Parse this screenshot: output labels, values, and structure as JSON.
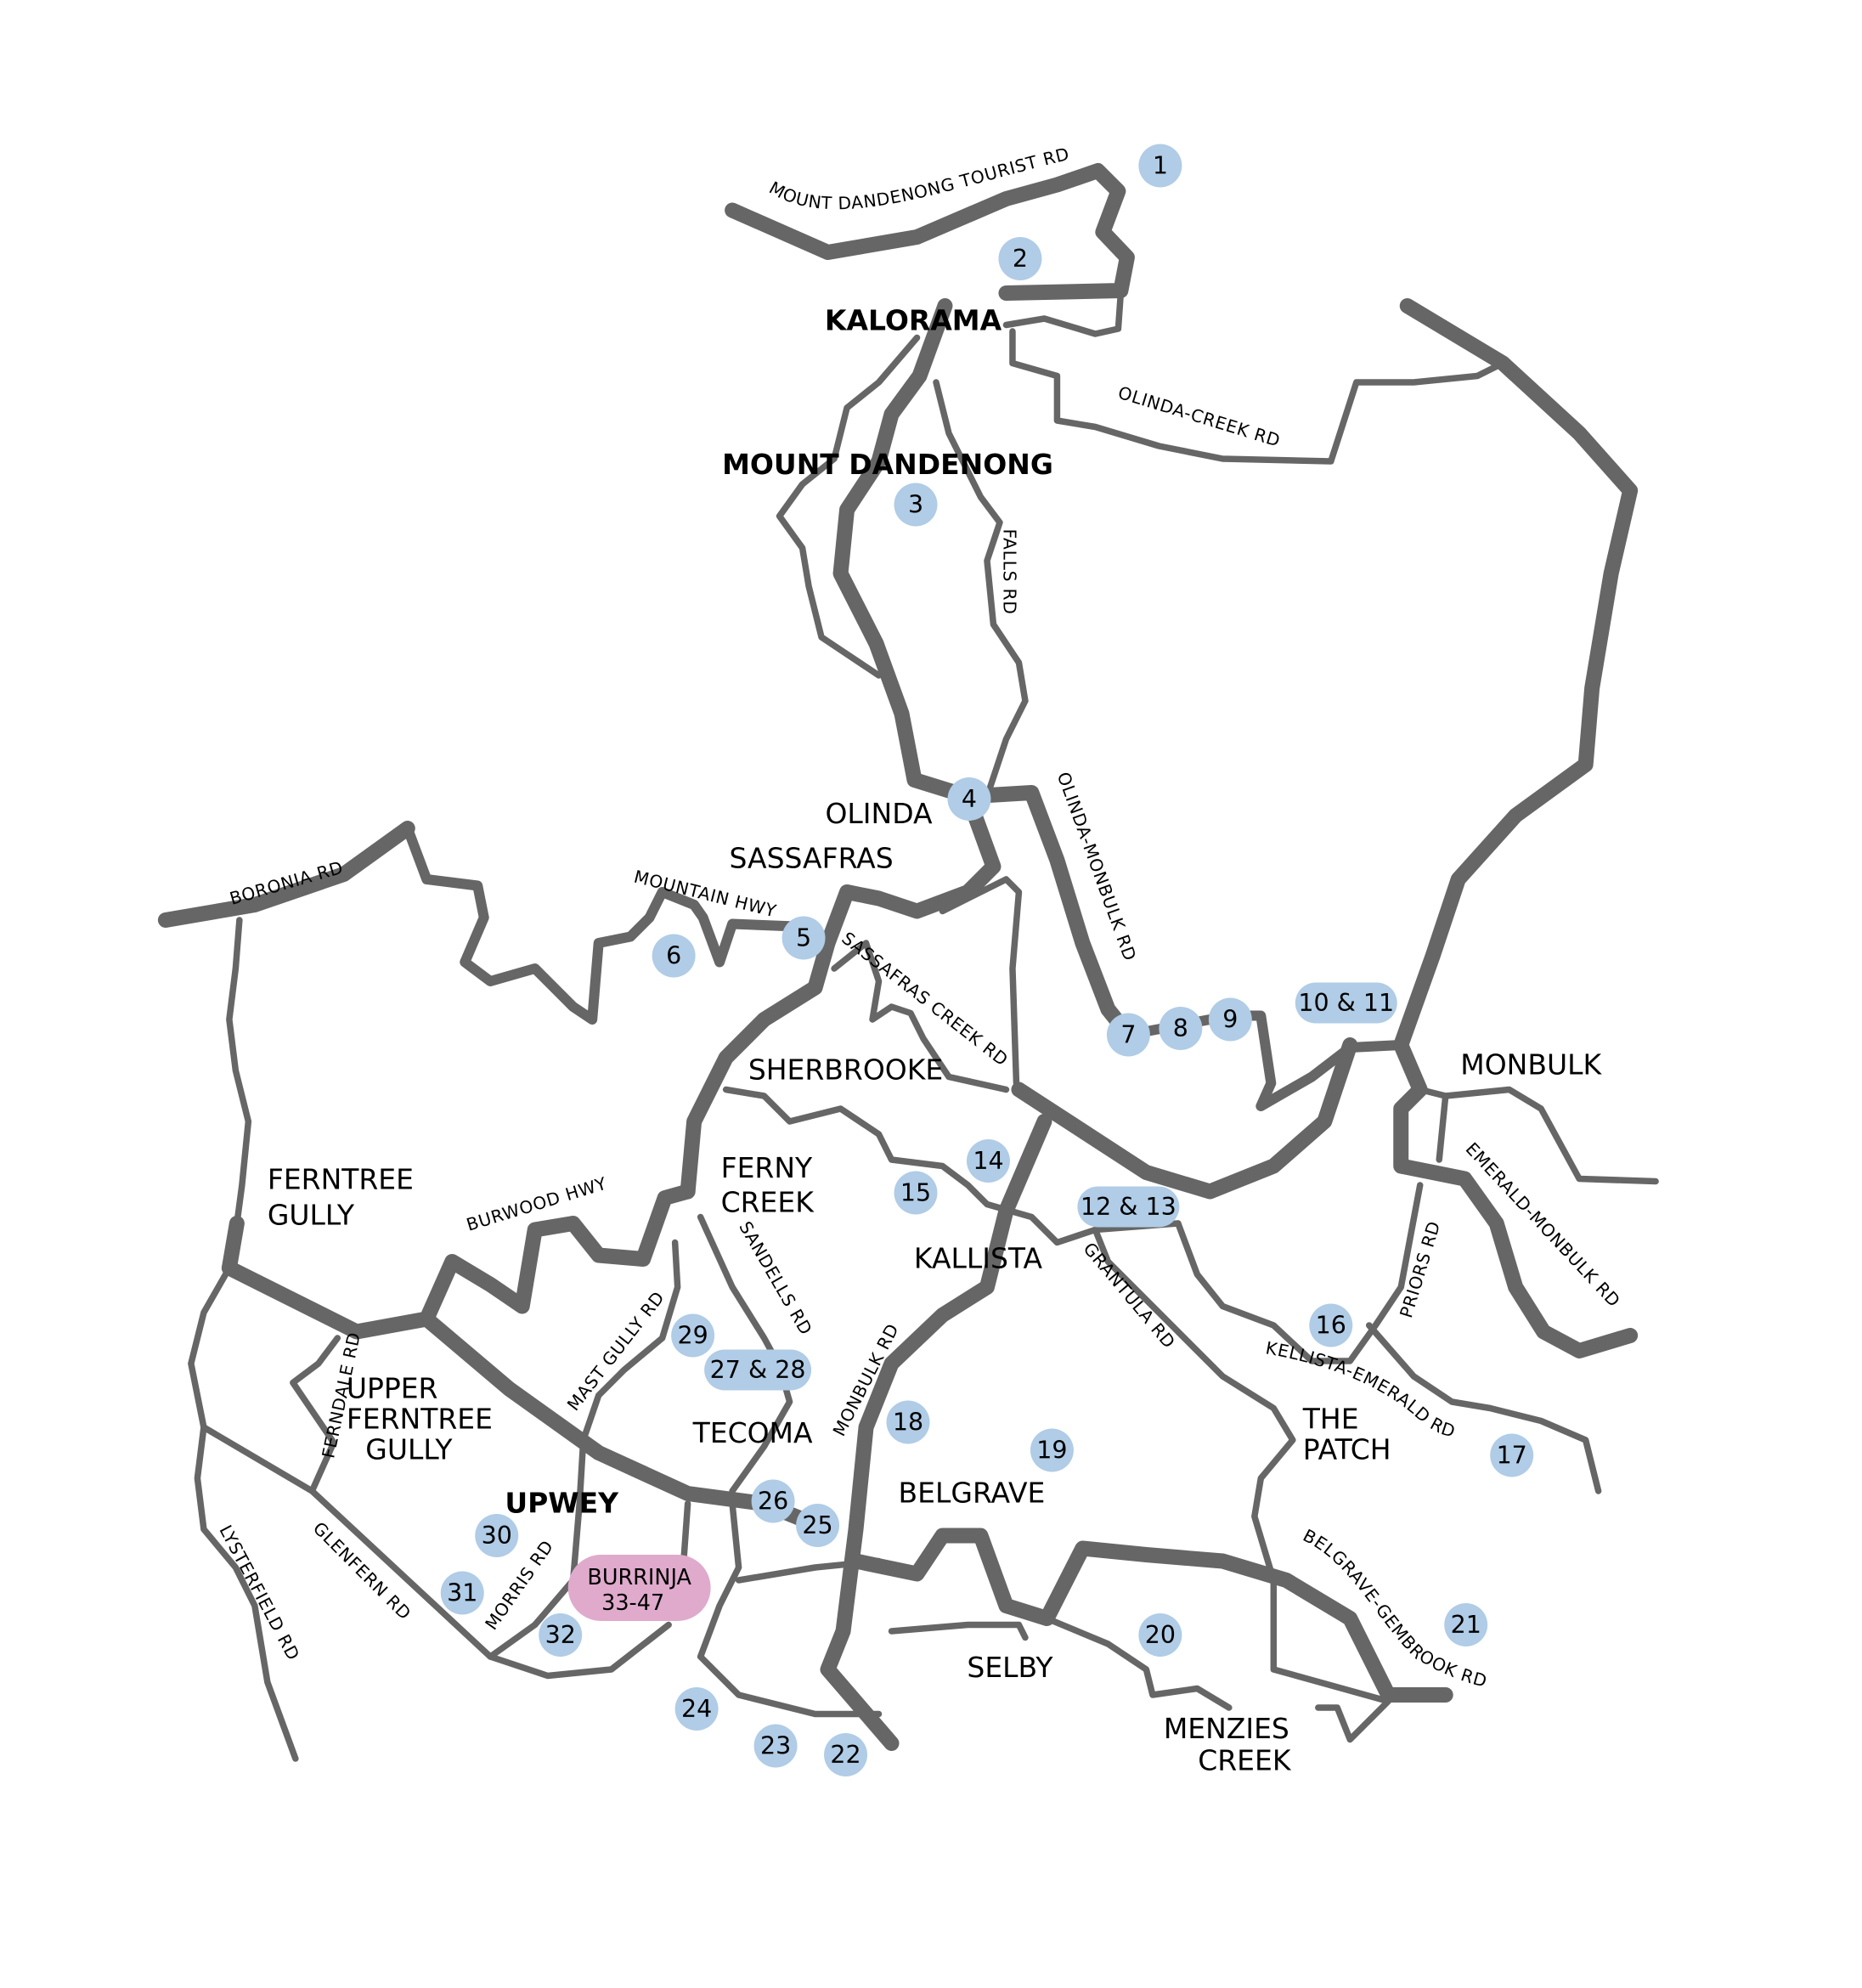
{
  "colors": {
    "road": "#666666",
    "marker": "#b0cce6",
    "highlight": "#dfaacc",
    "background": "#ffffff"
  },
  "places": {
    "kalorama": "KALORAMA",
    "mount_dandenong": "MOUNT DANDENONG",
    "olinda": "OLINDA",
    "sassafras": "SASSAFRAS",
    "sherbrooke": "SHERBROOKE",
    "ferny_creek": [
      "FERNY",
      "CREEK"
    ],
    "ferntree_gully": [
      "FERNTREE",
      "GULLY"
    ],
    "kallista": "KALLISTA",
    "monbulk": "MONBULK",
    "upper_ferntree_gully": [
      "UPPER",
      "FERNTREE",
      "GULLY"
    ],
    "tecoma": "TECOMA",
    "upwey": "UPWEY",
    "belgrave": "BELGRAVE",
    "the_patch": [
      "THE",
      "PATCH"
    ],
    "selby": "SELBY",
    "menzies_creek": [
      "MENZIES",
      "CREEK"
    ]
  },
  "roads": {
    "tourist": "MOUNT DANDENONG TOURIST RD",
    "olinda_creek": "OLINDA-CREEK RD",
    "falls": "FALLS RD",
    "olinda_monbulk": "OLINDA-MONBULK RD",
    "boronia": "BORONIA RD",
    "mountain_hwy": "MOUNTAIN HWY",
    "sassafras_creek": "SASSAFRAS CREEK RD",
    "burwood": "BURWOOD HWY",
    "mast_gully": "MAST GULLY RD",
    "sandells": "SANDELLS RD",
    "monbulk": "MONBULK RD",
    "grantula": "GRANTULA RD",
    "priors": "PRIORS RD",
    "emerald_monbulk": "EMERALD-MONBULK RD",
    "kellista_emerald": "KELLISTA-EMERALD RD",
    "ferndale": "FERNDALE RD",
    "glenfern": "GLENFERN RD",
    "morris": "MORRIS RD",
    "lysterfield": "LYSTERFIELD RD",
    "belgrave_gembrook": "BELGRAVE-GEMBROOK RD"
  },
  "markers": {
    "m1": "1",
    "m2": "2",
    "m3": "3",
    "m4": "4",
    "m5": "5",
    "m6": "6",
    "m7": "7",
    "m8": "8",
    "m9": "9",
    "m10_11": "10 & 11",
    "m12_13": "12 & 13",
    "m14": "14",
    "m15": "15",
    "m16": "16",
    "m17": "17",
    "m18": "18",
    "m19": "19",
    "m20": "20",
    "m21": "21",
    "m22": "22",
    "m23": "23",
    "m24": "24",
    "m25": "25",
    "m26": "26",
    "m27_28": "27 & 28",
    "m29": "29",
    "m30": "30",
    "m31": "31",
    "m32": "32",
    "burrinja": {
      "name": "BURRINJA",
      "range": "33-47"
    }
  }
}
